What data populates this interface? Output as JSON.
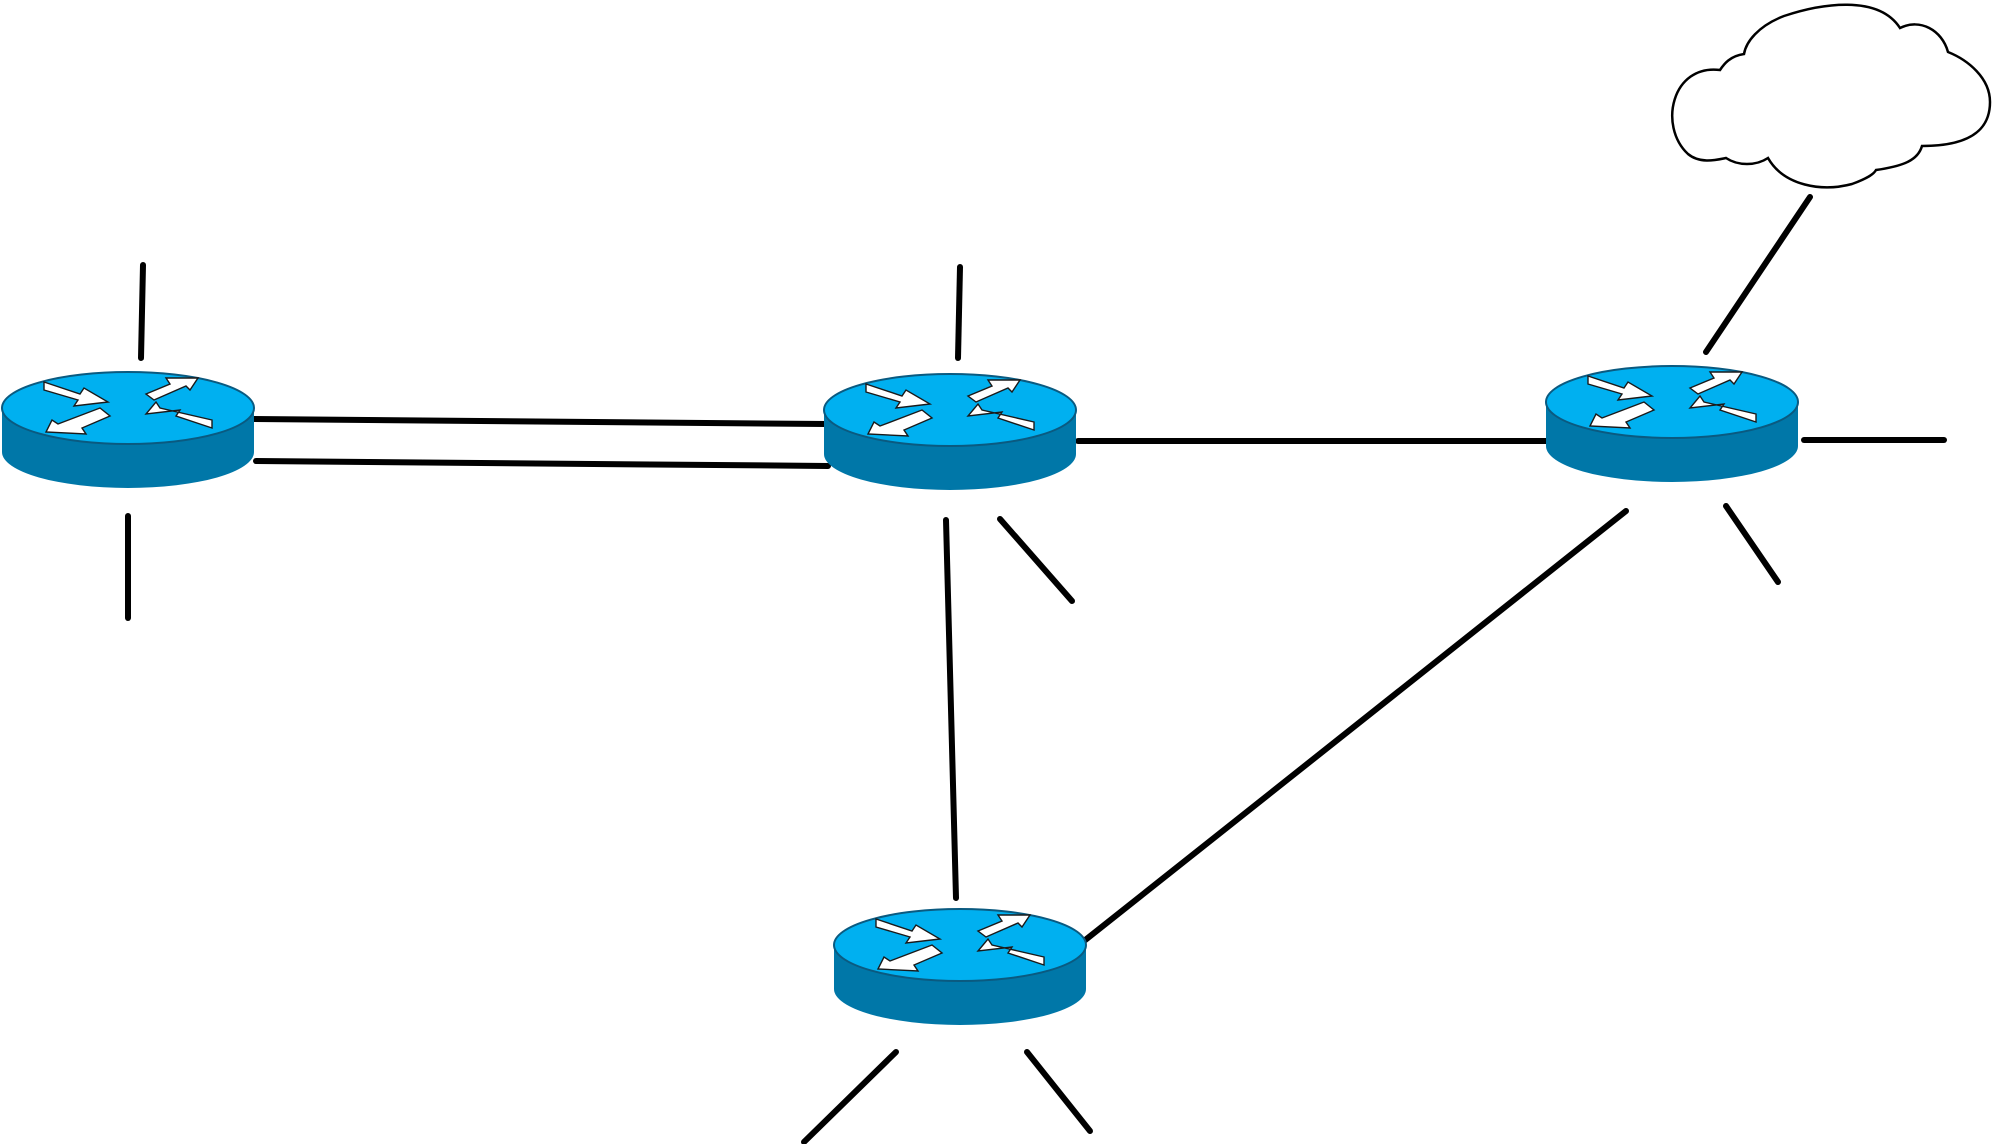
{
  "diagram": {
    "type": "network-topology",
    "colors": {
      "router_top": "#00b0f0",
      "router_body": "#0077a8",
      "router_outline": "#0a5a80",
      "arrow_fill": "#ffffff",
      "link": "#000000",
      "cloud_fill": "#ffffff",
      "cloud_outline": "#000000"
    },
    "nodes": [
      {
        "id": "router-left",
        "kind": "router",
        "icon": "router-icon"
      },
      {
        "id": "router-center",
        "kind": "router",
        "icon": "router-icon"
      },
      {
        "id": "router-right",
        "kind": "router",
        "icon": "router-icon"
      },
      {
        "id": "router-bottom",
        "kind": "router",
        "icon": "router-icon"
      },
      {
        "id": "internet-cloud",
        "kind": "cloud",
        "icon": "cloud-icon"
      }
    ],
    "links": [
      {
        "from": "router-left",
        "to": "router-center",
        "count": 2
      },
      {
        "from": "router-center",
        "to": "router-right",
        "count": 1
      },
      {
        "from": "router-center",
        "to": "router-bottom",
        "count": 1
      },
      {
        "from": "router-right",
        "to": "router-bottom",
        "count": 1
      },
      {
        "from": "router-right",
        "to": "internet-cloud",
        "count": 1
      }
    ],
    "stub_links": [
      {
        "node": "router-left",
        "count": 2
      },
      {
        "node": "router-center",
        "count": 2
      },
      {
        "node": "router-right",
        "count": 2
      },
      {
        "node": "router-bottom",
        "count": 2
      }
    ]
  }
}
